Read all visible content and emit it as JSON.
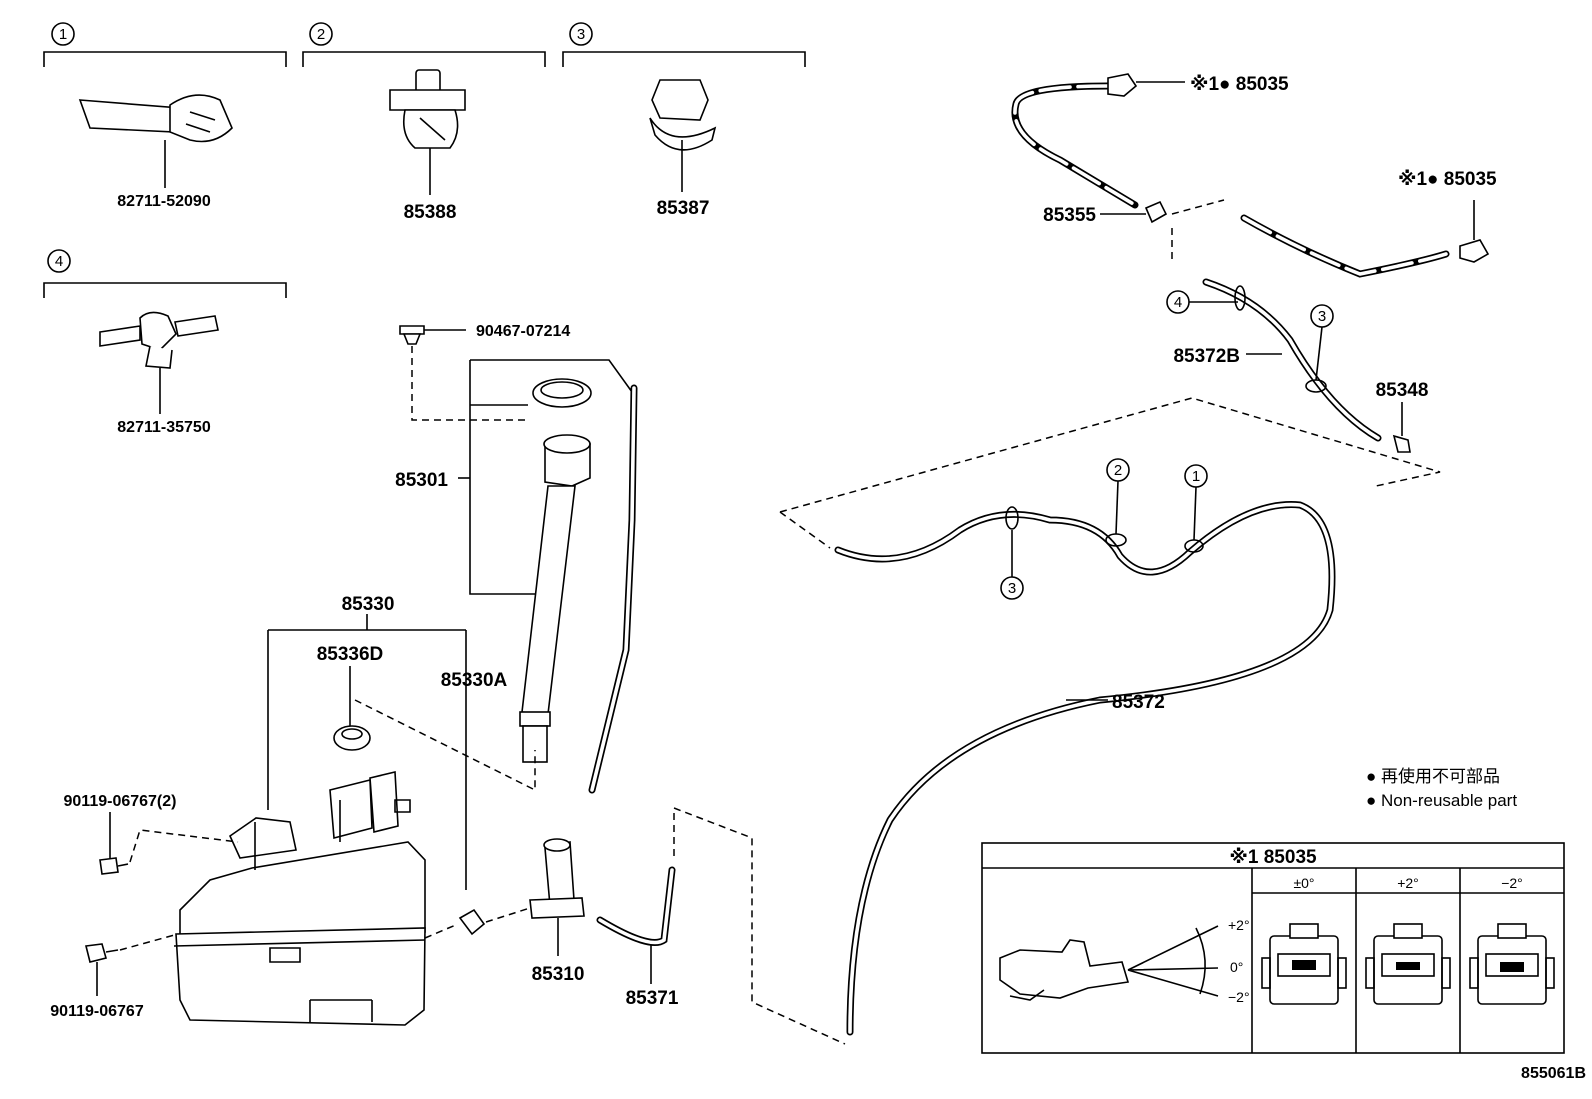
{
  "callouts": {
    "c1": "1",
    "c2": "2",
    "c3": "3",
    "c4": "4"
  },
  "parts": {
    "p82711_52090": "82711-52090",
    "p85388": "85388",
    "p85387": "85387",
    "p82711_35750": "82711-35750",
    "p90467_07214": "90467-07214",
    "p85301": "85301",
    "p85330": "85330",
    "p85336D": "85336D",
    "p85330A": "85330A",
    "p90119_06767_2": "90119-06767(2)",
    "p90119_06767": "90119-06767",
    "p85310": "85310",
    "p85371": "85371",
    "p85355": "85355",
    "p85035_a": "※1● 85035",
    "p85035_b": "※1● 85035",
    "p85372B": "85372B",
    "p85348": "85348",
    "p85372": "85372"
  },
  "legend": {
    "jp": "● 再使用不可部品",
    "en": "● Non-reusable part"
  },
  "inset": {
    "title": "※1 85035",
    "col1": "±0°",
    "col2": "+2°",
    "col3": "−2°",
    "ang_plus": "+2°",
    "ang_zero": "0°",
    "ang_minus": "−2°"
  },
  "diagram_code": "855061B"
}
